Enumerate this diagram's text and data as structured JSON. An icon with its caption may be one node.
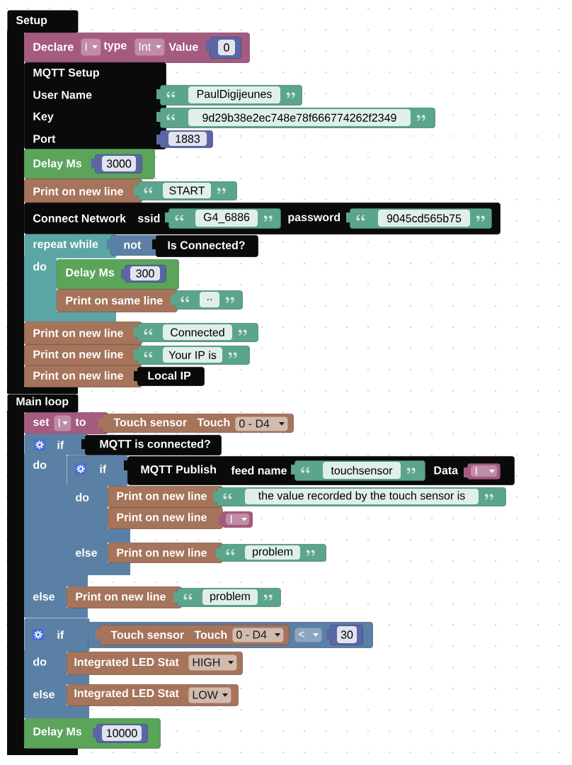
{
  "diagram": {
    "nodes": [
      {
        "text": [
          "Setup"
        ]
      },
      {
        "text": [
          "Declare",
          "type",
          "Value"
        ]
      },
      {
        "text": [
          "I"
        ],
        "in": 1
      },
      {
        "text": [
          "Int"
        ],
        "in": 1
      },
      {
        "text": [
          "0"
        ],
        "in": 1
      },
      {
        "text": [
          "MQTT Setup",
          "User Name",
          "Key",
          "Port"
        ]
      },
      {
        "text": [
          "PaulDigijeunes"
        ]
      },
      {
        "text": [
          "9d29b38e2ec748e78f666774262f2349"
        ]
      },
      {
        "text": [
          "1883"
        ]
      },
      {
        "text": [
          "Delay Ms"
        ]
      },
      {
        "text": [
          "3000"
        ],
        "in": 9
      },
      {
        "text": [
          "Print on new line"
        ]
      },
      {
        "text": [
          "START"
        ]
      },
      {
        "text": [
          "Connect Network",
          "ssid",
          "password"
        ]
      },
      {
        "text": [
          "G4_6886"
        ],
        "in": 13
      },
      {
        "text": [
          "9045cd565b75"
        ],
        "in": 13
      },
      {
        "text": [
          "repeat while",
          "do"
        ]
      },
      {
        "text": [
          "not"
        ]
      },
      {
        "text": [
          "Is Connected?"
        ]
      },
      {
        "text": [
          "Delay Ms"
        ]
      },
      {
        "text": [
          "300"
        ],
        "in": 19
      },
      {
        "text": [
          "Print on same line"
        ]
      },
      {
        "text": [
          ".."
        ]
      },
      {
        "text": [
          "Print on new line"
        ]
      },
      {
        "text": [
          "Connected"
        ]
      },
      {
        "text": [
          "Print on new line"
        ]
      },
      {
        "text": [
          "Your IP is"
        ]
      },
      {
        "text": [
          "Print on new line"
        ]
      },
      {
        "text": [
          "Local IP"
        ]
      },
      {
        "text": [
          "Main loop"
        ]
      },
      {
        "text": [
          "set",
          "to"
        ]
      },
      {
        "text": [
          "I"
        ]
      },
      {
        "text": [
          "Touch sensor",
          "Touch"
        ]
      },
      {
        "text": [
          "0 - D4"
        ],
        "in": 32
      },
      {
        "text": [
          "if",
          "do",
          "else"
        ]
      },
      {
        "text": [
          "MQTT is connected?"
        ]
      },
      {
        "text": [
          "if",
          "do",
          "else"
        ]
      },
      {
        "text": [
          "MQTT Publish",
          "feed name",
          "Data"
        ]
      },
      {
        "text": [
          "touchsensor"
        ],
        "in": 37
      },
      {
        "text": [
          "I"
        ],
        "in": 37
      },
      {
        "text": [
          "Print on new line"
        ]
      },
      {
        "text": [
          "the value recorded by the touch sensor is"
        ]
      },
      {
        "text": [
          "Print on new line"
        ]
      },
      {
        "text": [
          "I"
        ]
      },
      {
        "text": [
          "Print on new line"
        ]
      },
      {
        "text": [
          "problem"
        ]
      },
      {
        "text": [
          "Print on new line"
        ]
      },
      {
        "text": [
          "problem"
        ]
      },
      {
        "text": [
          "if",
          "do",
          "else"
        ]
      },
      {
        "text": [],
        "shape": "box"
      },
      {
        "text": [
          "Touch sensor",
          "Touch"
        ],
        "in": 49
      },
      {
        "text": [
          "0 - D4"
        ],
        "in": 50
      },
      {
        "text": [
          "<"
        ],
        "in": 49
      },
      {
        "text": [
          "30"
        ],
        "in": 49
      },
      {
        "text": [
          "Integrated LED Stat"
        ]
      },
      {
        "text": [
          "HIGH"
        ],
        "in": 54
      },
      {
        "text": [
          "Integrated LED Stat"
        ]
      },
      {
        "text": [
          "LOW"
        ],
        "in": 56
      },
      {
        "text": [
          "Delay Ms"
        ]
      },
      {
        "text": [
          "10000"
        ],
        "in": 58
      }
    ]
  }
}
